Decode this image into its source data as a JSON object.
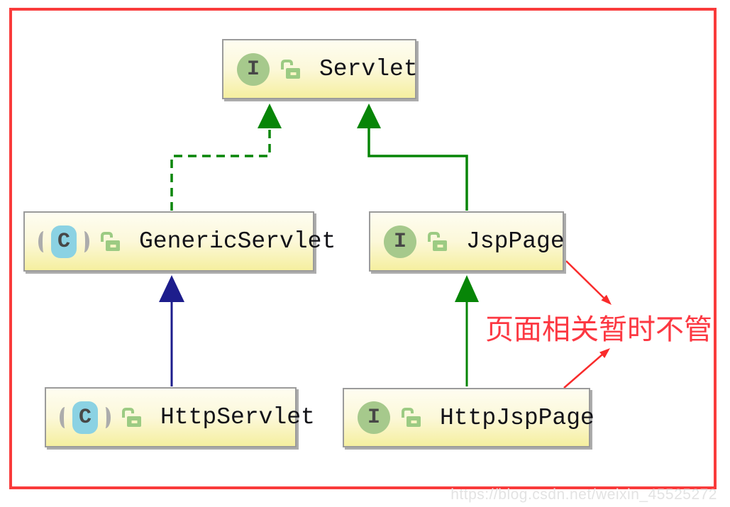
{
  "nodes": [
    {
      "id": "servlet",
      "label": "Servlet",
      "type": "interface",
      "type_letter": "I"
    },
    {
      "id": "genericservlet",
      "label": "GenericServlet",
      "type": "abstract-class",
      "type_letter": "C"
    },
    {
      "id": "jsppage",
      "label": "JspPage",
      "type": "interface",
      "type_letter": "I"
    },
    {
      "id": "httpservlet",
      "label": "HttpServlet",
      "type": "abstract-class",
      "type_letter": "C"
    },
    {
      "id": "httpjsppage",
      "label": "HttpJspPage",
      "type": "interface",
      "type_letter": "I"
    }
  ],
  "edges": [
    {
      "from": "GenericServlet",
      "to": "Servlet",
      "relation": "implements",
      "style": "dashed",
      "color": "#078507"
    },
    {
      "from": "JspPage",
      "to": "Servlet",
      "relation": "extends",
      "style": "solid",
      "color": "#078507"
    },
    {
      "from": "HttpServlet",
      "to": "GenericServlet",
      "relation": "extends",
      "style": "solid",
      "color": "#1D1D8C"
    },
    {
      "from": "HttpJspPage",
      "to": "JspPage",
      "relation": "extends",
      "style": "solid",
      "color": "#078507"
    }
  ],
  "annotation": {
    "text": "页面相关暂时不管",
    "color": "#FC3842"
  },
  "watermark": {
    "text": "https://blog.csdn.net/weixin_45525272",
    "color": "#E3E3E3"
  },
  "colors": {
    "frame_border": "#F93B3B",
    "node_border": "#9B9B9B",
    "node_bg_top": "#FEFDF1",
    "node_bg_bottom": "#F5EF9F",
    "interface_icon": "#A6C98C",
    "abstract_class_icon": "#8BD2E3",
    "lock_icon": "#9CCB83",
    "green_arrow": "#078507",
    "blue_arrow": "#1D1D8C",
    "red_arrow": "#F92B2B"
  }
}
